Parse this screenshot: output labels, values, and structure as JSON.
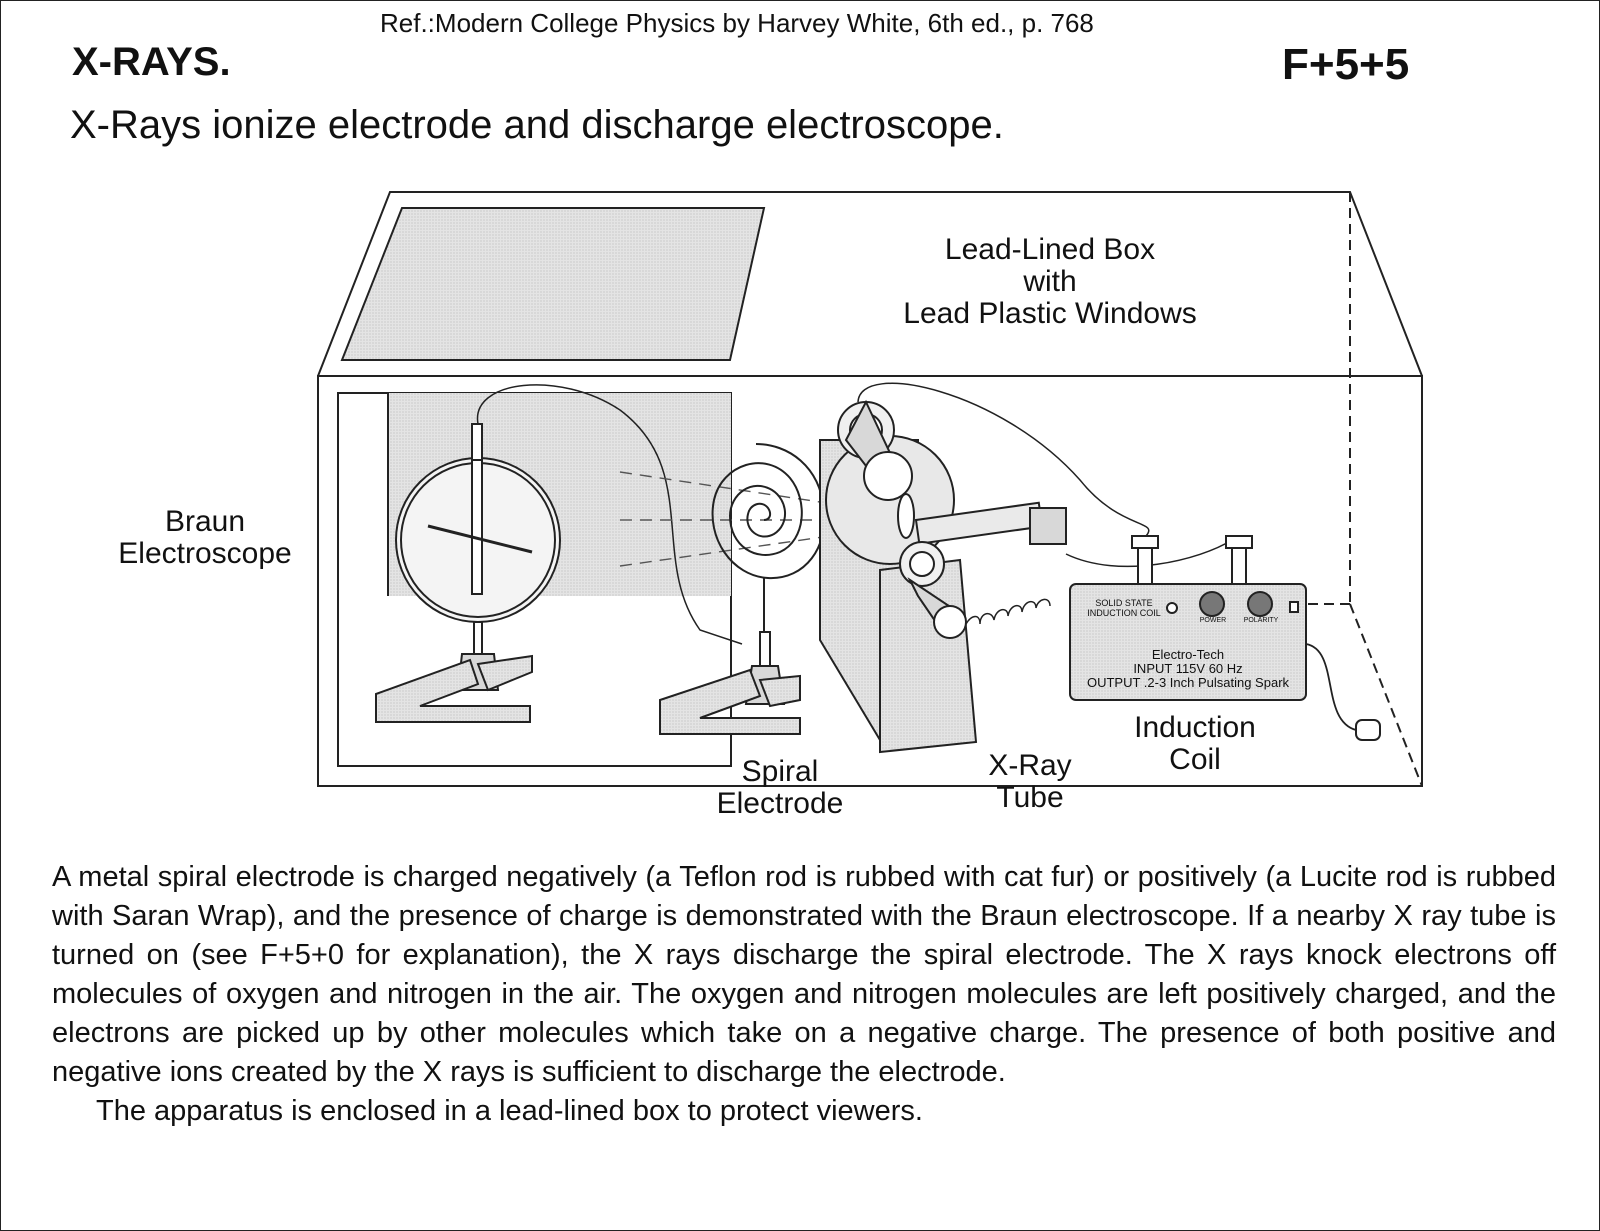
{
  "header": {
    "reference": "Ref.:Modern College Physics by Harvey White, 6th ed., p. 768",
    "title": "X-RAYS.",
    "code": "F+5+5",
    "subtitle": "X-Rays ionize electrode and discharge electroscope."
  },
  "diagram": {
    "box_label": [
      "Lead-Lined Box",
      "with",
      "Lead Plastic Windows"
    ],
    "electroscope_label": [
      "Braun",
      "Electroscope"
    ],
    "spiral_label": [
      "Spiral",
      "Electrode"
    ],
    "xray_tube_label": [
      "X-Ray",
      "Tube"
    ],
    "induction_coil_label": [
      "Induction",
      "Coil"
    ],
    "coil_panel": {
      "left": [
        "SOLID STATE",
        "INDUCTION COIL"
      ],
      "power": "POWER",
      "polarity": "POLARITY",
      "maker": "Electro-Tech",
      "input": "INPUT 115V 60 Hz",
      "output": "OUTPUT .2-3 Inch Pulsating Spark"
    }
  },
  "description": {
    "paragraph1": "A metal spiral electrode is charged negatively (a Teflon rod is rubbed with cat fur) or positively (a Lucite rod is rubbed with Saran Wrap), and the presence of charge is demonstrated with the Braun electroscope. If a nearby X ray tube is turned on (see F+5+0 for explanation), the X rays discharge the spiral electrode. The X rays knock electrons off molecules of oxygen and nitrogen in the air. The oxygen and nitrogen molecules are left positively charged, and the electrons are picked up by other molecules which take on a negative charge. The presence of both positive and negative ions created by the X rays is sufficient to discharge the electrode.",
    "paragraph2": "The apparatus is enclosed in a lead-lined box to protect viewers."
  }
}
